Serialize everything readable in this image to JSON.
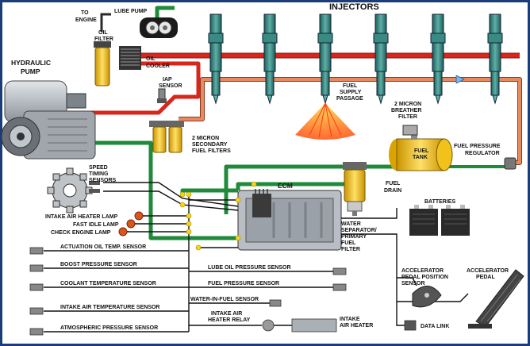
{
  "labels": {
    "injectors": "INJECTORS",
    "lube_pump": "LUBE PUMP",
    "to_engine": [
      "TO",
      "ENGINE"
    ],
    "oil_filter": [
      "OIL",
      "FILTER"
    ],
    "oil_cooler": [
      "OIL",
      "COOLER"
    ],
    "hydraulic_pump": [
      "HYDRAULIC",
      "PUMP"
    ],
    "iap_sensor": [
      "IAP",
      "SENSOR"
    ],
    "fuel_supply_passage": [
      "FUEL",
      "SUPPLY",
      "PASSAGE"
    ],
    "breather_filter": [
      "2 MICRON",
      "BREATHER",
      "FILTER"
    ],
    "secondary_filters": [
      "2 MICRON",
      "SECONDARY",
      "FUEL FILTERS"
    ],
    "fuel_tank": [
      "FUEL",
      "TANK"
    ],
    "fuel_pressure_regulator": [
      "FUEL PRESSURE",
      "REGULATOR"
    ],
    "fuel_drain": [
      "FUEL",
      "DRAIN"
    ],
    "speed_timing_sensors": [
      "SPEED",
      "TIMING",
      "SENSORS"
    ],
    "ecm": "ECM",
    "batteries": "BATTERIES",
    "intake_air_heater_lamp": "INTAKE AIR HEATER LAMP",
    "fast_idle_lamp": "FAST IDLE LAMP",
    "check_engine_lamp": "CHECK ENGINE LAMP",
    "water_separator": [
      "WATER",
      "SEPARATOR/",
      "PRIMARY",
      "FUEL",
      "FILTER"
    ],
    "actuation_oil_temp_sensor": "ACTUATION OIL TEMP. SENSOR",
    "boost_pressure_sensor": "BOOST PRESSURE SENSOR",
    "coolant_temperature_sensor": "COOLANT TEMPERATURE SENSOR",
    "intake_air_temperature_sensor": "INTAKE AIR TEMPERATURE SENSOR",
    "atmospheric_pressure_sensor": "ATMOSPHERIC PRESSURE SENSOR",
    "lube_oil_pressure_sensor": "LUBE OIL PRESSURE SENSOR",
    "fuel_pressure_sensor": "FUEL PRESSURE SENSOR",
    "water_in_fuel_sensor": "WATER-IN-FUEL SENSOR",
    "intake_air_heater_relay": [
      "INTAKE AIR",
      "HEATER RELAY"
    ],
    "intake_air_heater": [
      "INTAKE",
      "AIR HEATER"
    ],
    "accelerator_pedal_position_sensor": [
      "ACCELERATOR",
      "PEDAL POSITION",
      "SENSOR"
    ],
    "accelerator_pedal": [
      "ACCELERATOR",
      "PEDAL"
    ],
    "data_link": "DATA LINK"
  },
  "colors": {
    "oil_high_pressure": "#d8261c",
    "fuel_supply": "#e88a60",
    "fuel_return": "#1f8a3a",
    "wiring": "#111111",
    "injector_body": "#2f7d78",
    "fuel_component": "#f2c21b",
    "lamp": "#d9541e",
    "junction": "#f5d51a",
    "ecm_body": "#b8bec4",
    "frame": "#1a3d7a"
  }
}
